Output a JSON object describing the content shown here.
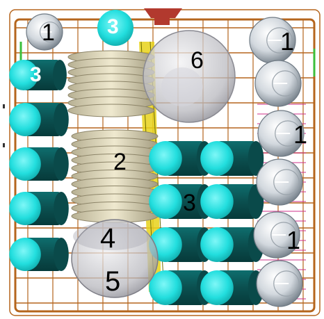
{
  "diagram": {
    "labels": {
      "cups_top": "1",
      "cup_right_1": "1",
      "cup_right_3": "1",
      "cup_right_5": "1",
      "bowl_large": "6",
      "plates": "2",
      "bowl_small": "4",
      "bowl_bottom": "5",
      "glass_top": "3",
      "glass_left": "3",
      "glass_center": "3"
    },
    "colors": {
      "rack_wire": "#b5651d",
      "rack_pink": "#d0308a",
      "rack_green": "#3bbf3b",
      "rack_yellow": "#e8d21a",
      "plate_fill": "#d9d2b5",
      "plate_edge": "#8c8468",
      "glass_cyan": "#29e0e0",
      "glass_dark": "#0b5f5f",
      "cup_light": "#e8ecf0",
      "cup_dark": "#7f8a94",
      "bowl_tint": "#c8c8cc",
      "handle_red": "#b2392e"
    }
  }
}
